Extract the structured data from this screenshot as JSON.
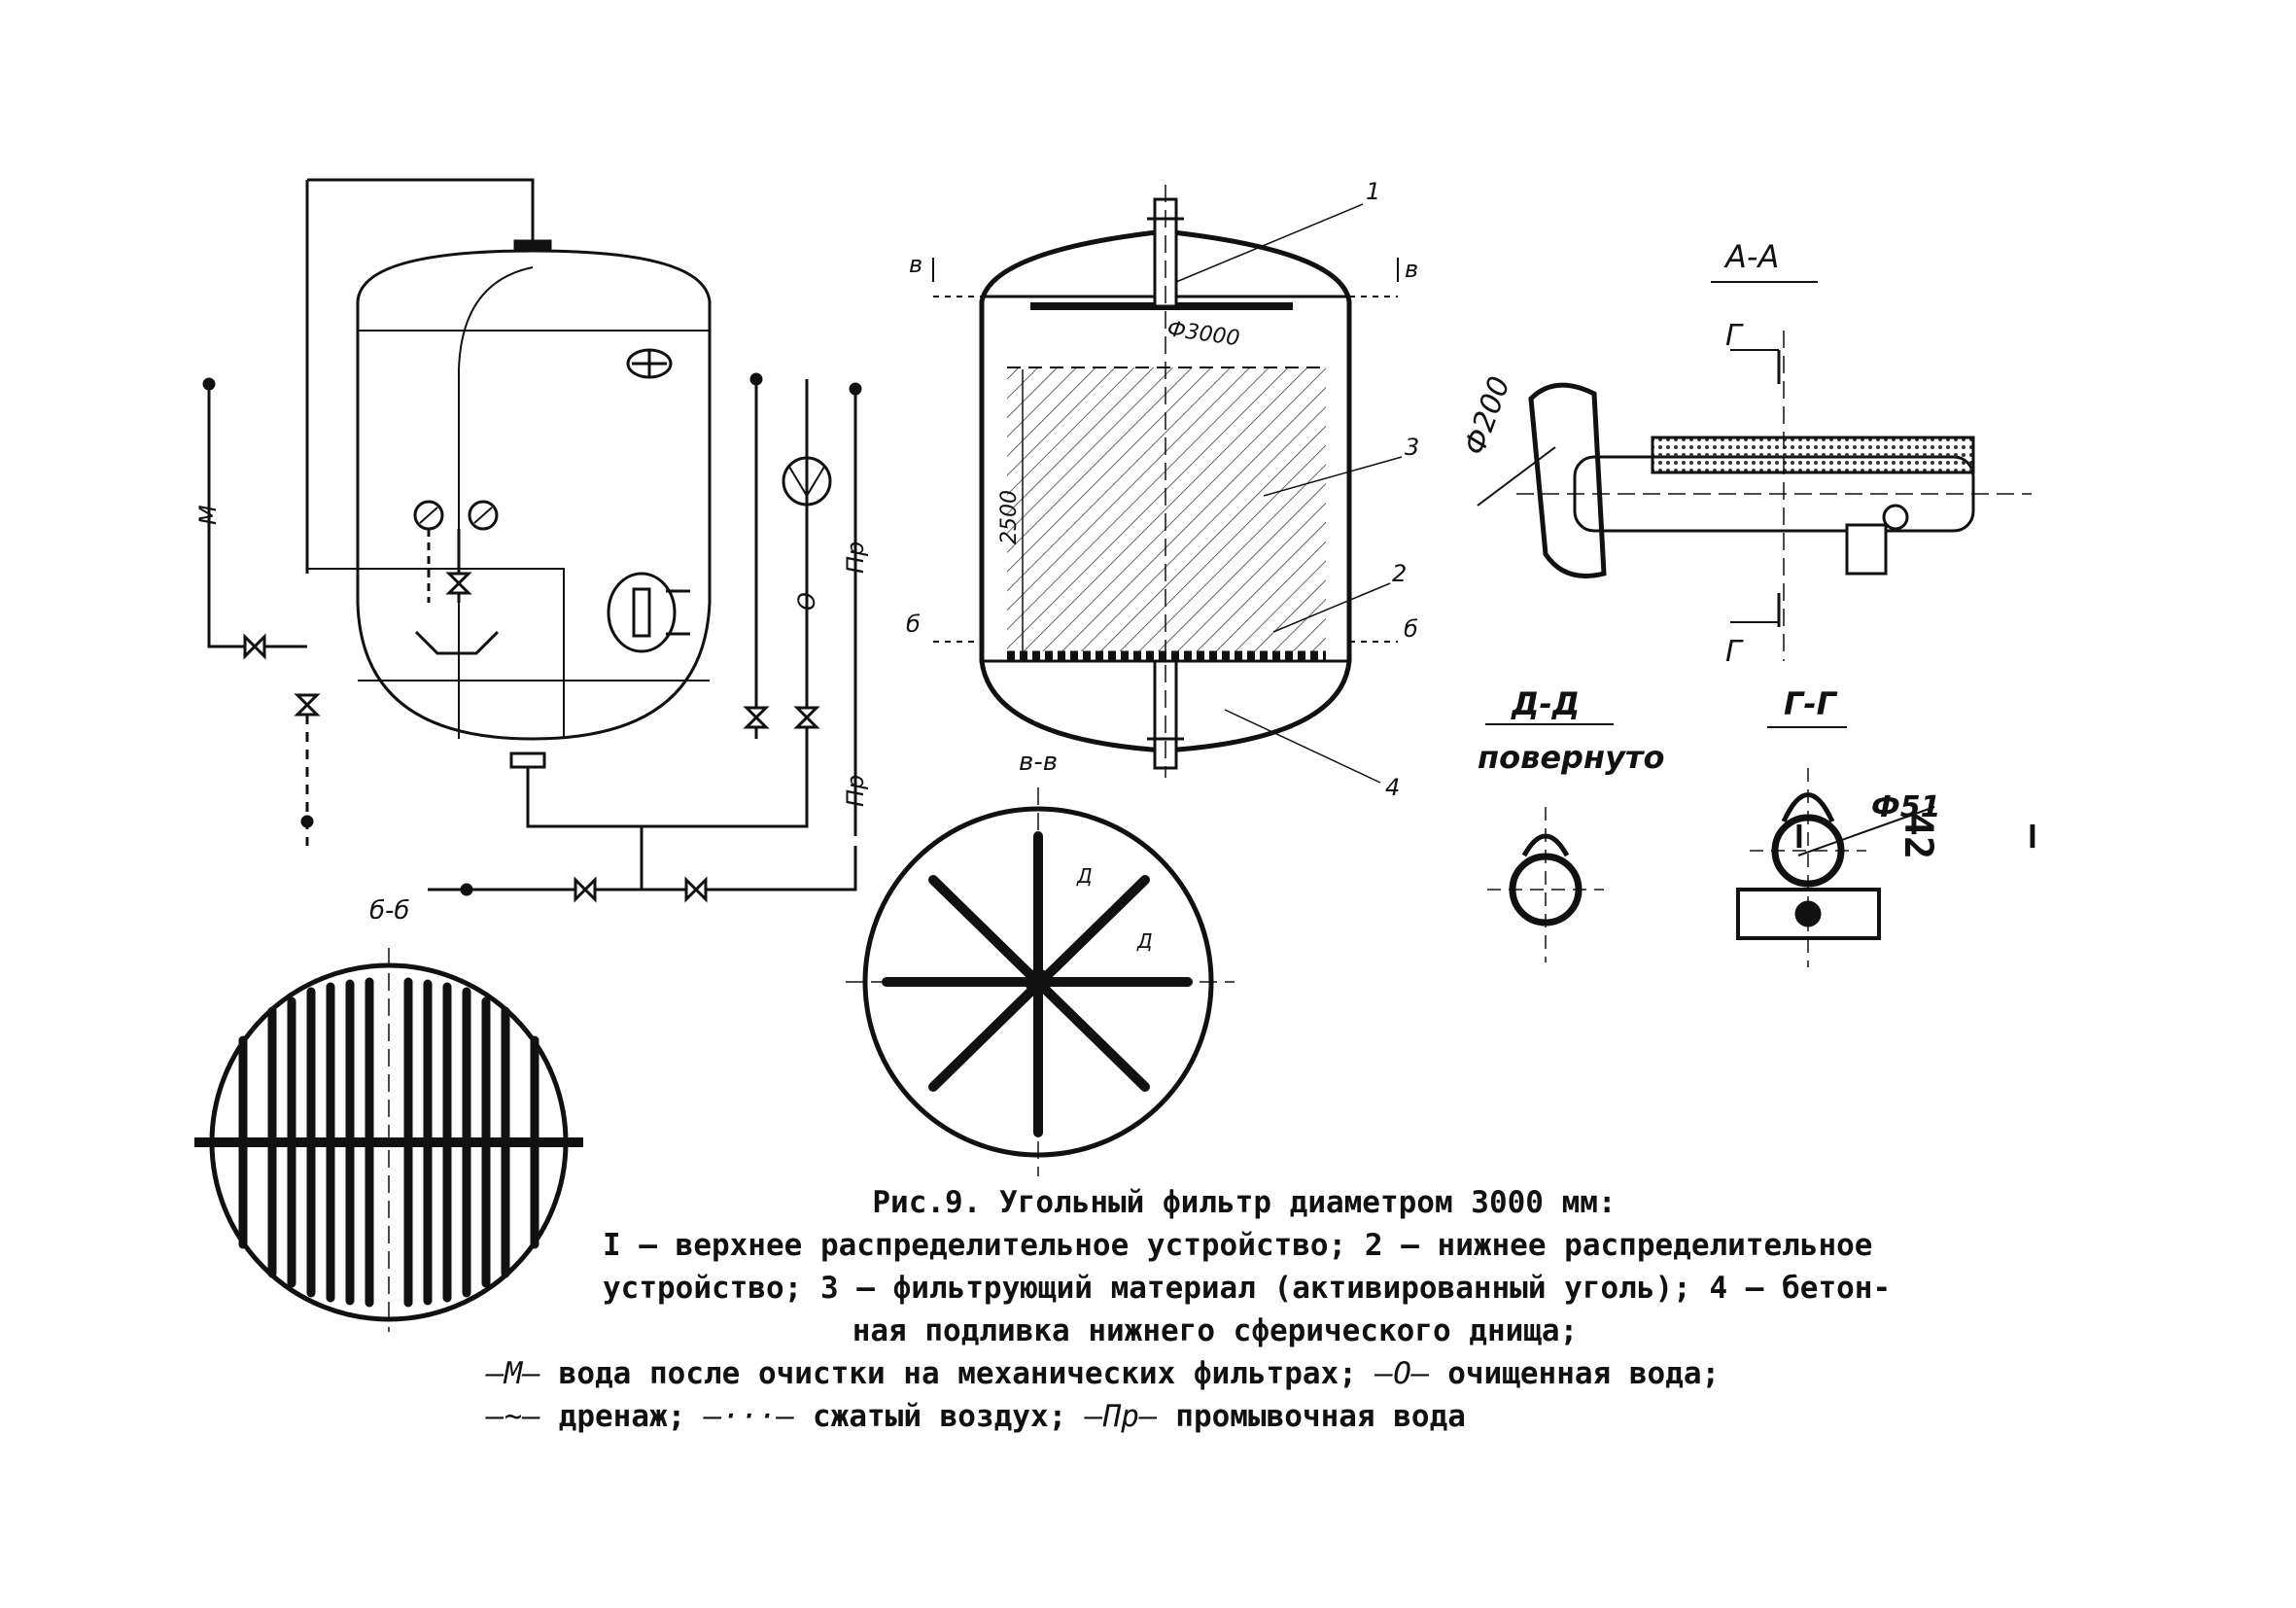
{
  "figure": {
    "title": "Рис.9. Угольный фильтр диаметром 3000 мм:",
    "description_lines": [
      "I – верхнее распределительное устройство; 2 – нижнее распределительное",
      "устройство; 3 – фильтрующий материал (активированный уголь); 4 – бетон-",
      "ная подливка нижнего сферического днища;"
    ],
    "legend": [
      {
        "symbol": "—М—",
        "text": "вода после очистки на механических фильтрах;"
      },
      {
        "symbol": "—О—",
        "text": "очищенная вода;"
      },
      {
        "symbol": "—~—",
        "text": "дренаж;"
      },
      {
        "symbol": "—···—",
        "text": "сжатый воздух;"
      },
      {
        "symbol": "—Пр—",
        "text": "промывочная вода"
      }
    ],
    "page_number": "– 42 –"
  },
  "labels": {
    "pipe_m": "М",
    "pipe_o": "О",
    "pipe_pr_top": "Пр",
    "pipe_pr_bottom": "Пр",
    "callout_1": "1",
    "callout_2": "2",
    "callout_3": "3",
    "callout_4": "4",
    "diameter_3000": "Ф3000",
    "height_2500": "2500",
    "section_v_left": "в",
    "section_v_right": "в",
    "section_b_left": "б",
    "section_b_right": "б",
    "section_aa": "А-А",
    "section_gg_mark_top": "Г",
    "section_gg_mark_bottom": "Г",
    "phi_200": "Ф200",
    "section_dd": "Д-Д",
    "section_dd_sub": "повернуто",
    "section_gg": "Г-Г",
    "phi_51": "Ф51",
    "section_vv": "в-в",
    "section_bb": "б-б",
    "d_mark_1": "Д",
    "d_mark_2": "Д"
  }
}
